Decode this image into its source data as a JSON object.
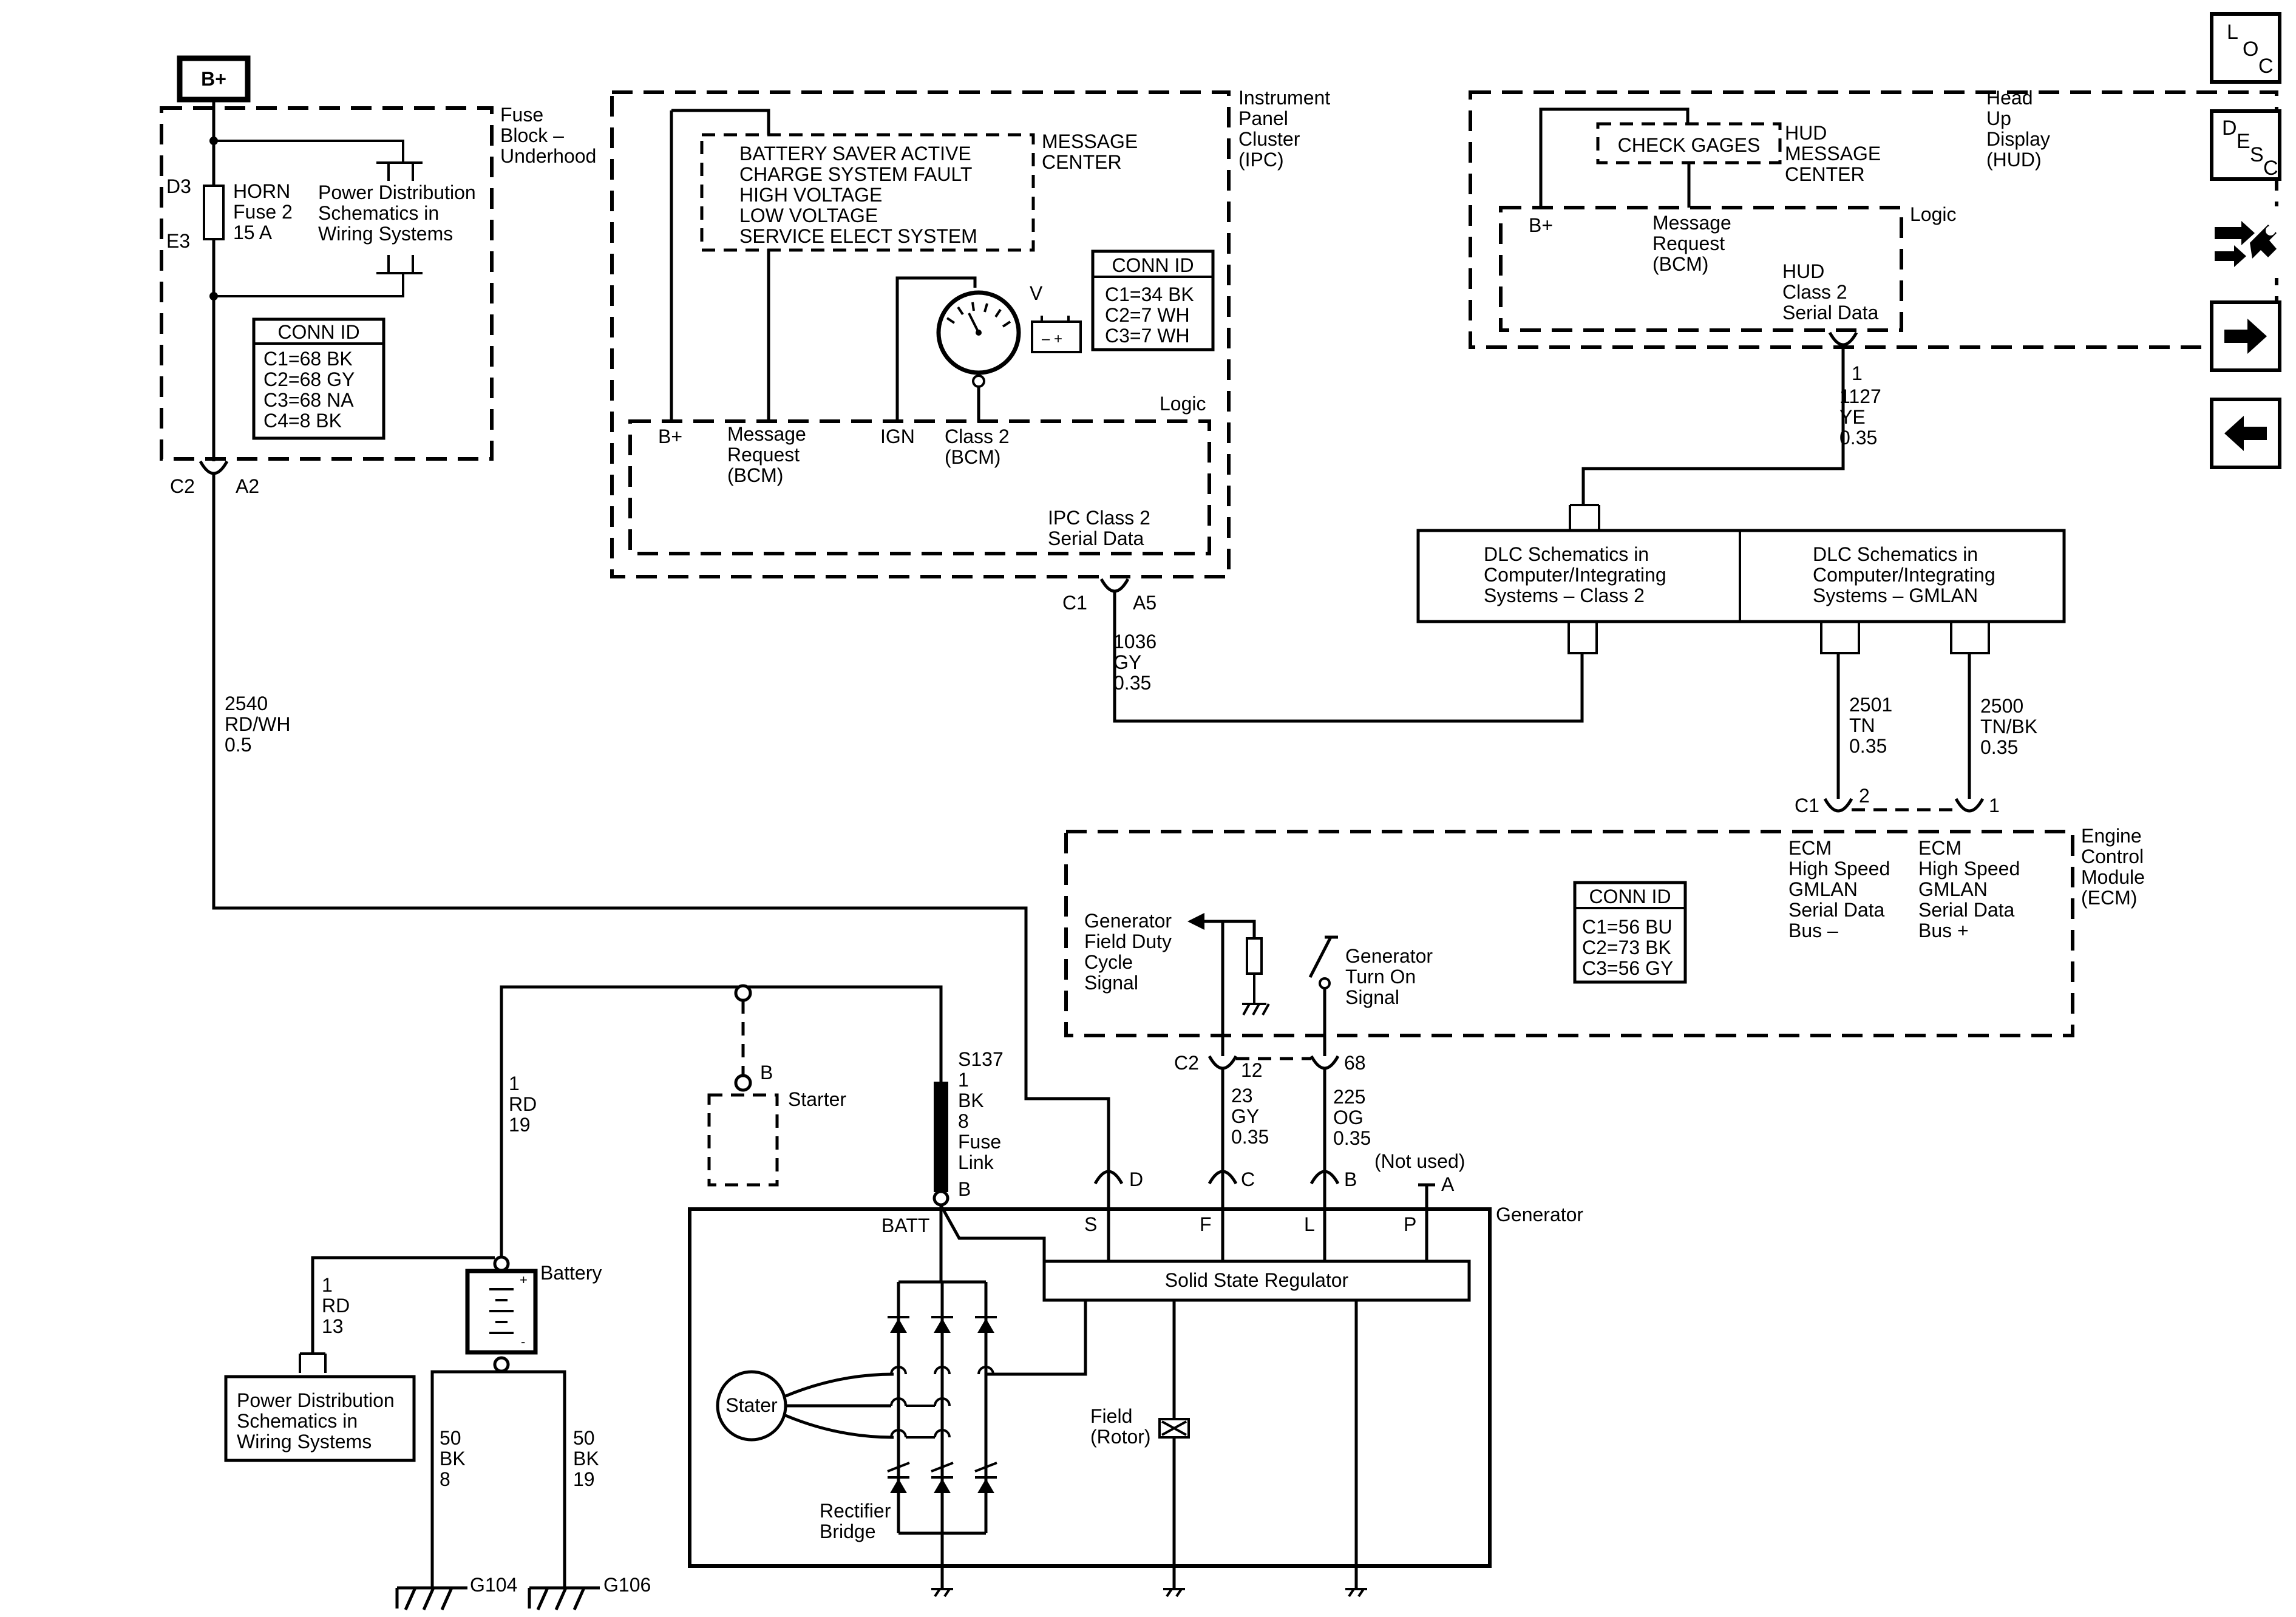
{
  "power": {
    "bplus": "B+"
  },
  "fuse_block": {
    "title": [
      "Fuse",
      "Block –",
      "Underhood"
    ],
    "d3": "D3",
    "e3": "E3",
    "horn_fuse": [
      "HORN",
      "Fuse 2",
      "15 A"
    ],
    "power_dist": [
      "Power Distribution",
      "Schematics in",
      "Wiring Systems"
    ],
    "conn_id_title": "CONN ID",
    "conn_ids": [
      "C1=68 BK",
      "C2=68 GY",
      "C3=68 NA",
      "C4=8 BK"
    ],
    "c2": "C2",
    "a2": "A2"
  },
  "wire_2540": [
    "2540",
    "RD/WH",
    "0.5"
  ],
  "ipc": {
    "title": [
      "Instrument",
      "Panel",
      "Cluster",
      "(IPC)"
    ],
    "messages": [
      "BATTERY SAVER ACTIVE",
      "CHARGE SYSTEM FAULT",
      "HIGH VOLTAGE",
      "LOW VOLTAGE",
      "SERVICE ELECT SYSTEM"
    ],
    "message_center": [
      "MESSAGE",
      "CENTER"
    ],
    "conn_id_title": "CONN ID",
    "conn_ids": [
      "C1=34 BK",
      "C2=7 WH",
      "C3=7 WH"
    ],
    "voltmeter": "V",
    "logic": "Logic",
    "bplus": "B+",
    "msg_request": [
      "Message",
      "Request",
      "(BCM)"
    ],
    "ign": "IGN",
    "class2": [
      "Class 2",
      "(BCM)"
    ],
    "serial": [
      "IPC Class 2",
      "Serial Data"
    ],
    "c1": "C1",
    "a5": "A5"
  },
  "wire_1036": [
    "1036",
    "GY",
    "0.35"
  ],
  "hud": {
    "title": [
      "Head",
      "Up",
      "Display",
      "(HUD)"
    ],
    "check_gages": "CHECK GAGES",
    "message_center": [
      "HUD",
      "MESSAGE",
      "CENTER"
    ],
    "logic": "Logic",
    "bplus": "B+",
    "msg_request": [
      "Message",
      "Request",
      "(BCM)"
    ],
    "serial": [
      "HUD",
      "Class 2",
      "Serial Data"
    ],
    "pin": "1"
  },
  "wire_1127": [
    "1127",
    "YE",
    "0.35"
  ],
  "dlc": {
    "left": [
      "DLC Schematics in",
      "Computer/Integrating",
      "Systems – Class 2"
    ],
    "right": [
      "DLC Schematics in",
      "Computer/Integrating",
      "Systems – GMLAN"
    ]
  },
  "wire_2501": [
    "2501",
    "TN",
    "0.35"
  ],
  "wire_2500": [
    "2500",
    "TN/BK",
    "0.35"
  ],
  "ecm": {
    "title": [
      "Engine",
      "Control",
      "Module",
      "(ECM)"
    ],
    "c1": "C1",
    "pin2": "2",
    "pin1": "1",
    "bus_minus": [
      "ECM",
      "High Speed",
      "GMLAN",
      "Serial Data",
      "Bus –"
    ],
    "bus_plus": [
      "ECM",
      "High Speed",
      "GMLAN",
      "Serial Data",
      "Bus +"
    ],
    "conn_id_title": "CONN ID",
    "conn_ids": [
      "C1=56 BU",
      "C2=73 BK",
      "C3=56 GY"
    ],
    "field_signal": [
      "Generator",
      "Field Duty",
      "Cycle",
      "Signal"
    ],
    "turn_on": [
      "Generator",
      "Turn On",
      "Signal"
    ],
    "c2": "C2",
    "pin12": "12",
    "pin68": "68"
  },
  "wire_23": [
    "23",
    "GY",
    "0.35"
  ],
  "wire_225": [
    "225",
    "OG",
    "0.35"
  ],
  "wire_1_rd_19": [
    "1",
    "RD",
    "19"
  ],
  "wire_1_rd_13": [
    "1",
    "RD",
    "13"
  ],
  "starter": {
    "label": "Starter",
    "b": "B"
  },
  "fuse_link": [
    "S137",
    "1",
    "BK",
    "8",
    "Fuse",
    "Link",
    "B"
  ],
  "battery": "Battery",
  "power_dist2": [
    "Power Distribution",
    "Schematics in",
    "Wiring  Systems"
  ],
  "wire_50_8": [
    "50",
    "BK",
    "8"
  ],
  "wire_50_19": [
    "50",
    "BK",
    "19"
  ],
  "grounds": [
    "G104",
    "G106"
  ],
  "generator": {
    "title": "Generator",
    "pins": {
      "d": "D",
      "c": "C",
      "b": "B",
      "a": "A"
    },
    "not_used": "(Not used)",
    "terminals": {
      "batt": "BATT",
      "s": "S",
      "f": "F",
      "l": "L",
      "p": "P"
    },
    "regulator": "Solid State Regulator",
    "stater": "Stater",
    "field": [
      "Field",
      "(Rotor)"
    ],
    "rectifier": [
      "Rectifier",
      "Bridge"
    ]
  },
  "nav": {
    "loc": [
      "L",
      "O",
      "C"
    ],
    "desc": [
      "D",
      "E",
      "S",
      "C"
    ]
  }
}
